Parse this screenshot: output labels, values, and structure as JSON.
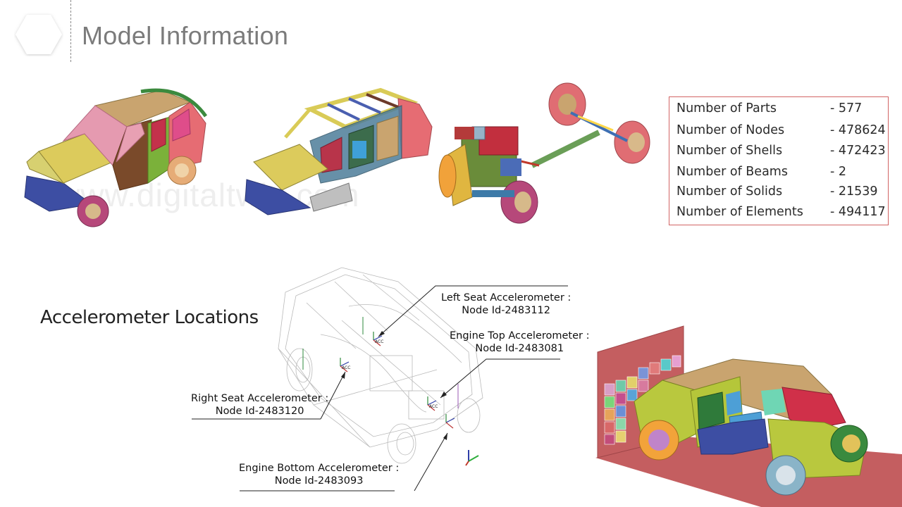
{
  "header": {
    "title": "Model Information"
  },
  "watermark": "www.digitaltwin.com",
  "model_info": {
    "rows": [
      {
        "label": "Number of Parts",
        "value": "- 577"
      },
      {
        "label": "Number of Nodes",
        "value": "- 478624"
      },
      {
        "label": "Number of Shells",
        "value": "- 472423"
      },
      {
        "label": "Number of Beams",
        "value": "- 2"
      },
      {
        "label": "Number of Solids",
        "value": "- 21539"
      },
      {
        "label": "Number of Elements",
        "value": "- 494117"
      }
    ]
  },
  "accelerometers": {
    "heading": "Accelerometer Locations",
    "left_seat": {
      "name": "Left Seat Accelerometer :",
      "node": "Node Id-2483112"
    },
    "engine_top": {
      "name": "Engine Top Accelerometer :",
      "node": "Node Id-2483081"
    },
    "right_seat": {
      "name": "Right Seat Accelerometer :",
      "node": "Node Id-2483120"
    },
    "engine_bottom": {
      "name": "Engine Bottom Accelerometer :",
      "node": "Node Id-2483093"
    }
  },
  "colors": {
    "title": "#7b7b7b",
    "box_border": "#d26464",
    "barrier": "#c45e60",
    "roof": "#c9a46f",
    "panel_yellow": "#d9cb57"
  }
}
